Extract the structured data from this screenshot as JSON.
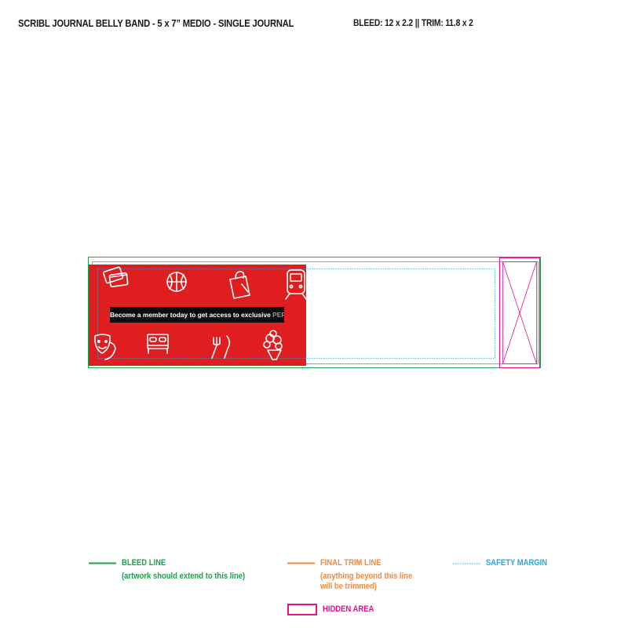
{
  "header": {
    "title": "SCRIBL JOURNAL BELLY BAND - 5 x 7” MEDIO - SINGLE JOURNAL",
    "specs": "BLEED: 12 x 2.2 || TRIM: 11.8 x 2"
  },
  "artwork": {
    "message_prefix": "Become a member today to get access to exclusive ",
    "message_highlight": "PERKS",
    "message_suffix": ".",
    "background_color": "#e01e20",
    "icons": [
      "credit-card-icon",
      "basketball-icon",
      "shopping-bag-icon",
      "train-icon",
      "theater-masks-icon",
      "bed-icon",
      "fork-knife-icon",
      "flower-bouquet-icon"
    ]
  },
  "legend": {
    "bleed_label": "BLEED LINE",
    "bleed_note": "(artwork should extend to this line)",
    "bleed_color": "#1aa34a",
    "trim_label": "FINAL TRIM LINE",
    "trim_note_1": "(anything beyond this line",
    "trim_note_2": "will be trimmed)",
    "trim_color": "#f5883a",
    "safety_label": "SAFETY MARGIN",
    "safety_color": "#19a9e6",
    "hidden_label": "HIDDEN AREA",
    "hidden_color": "#e5138b"
  }
}
